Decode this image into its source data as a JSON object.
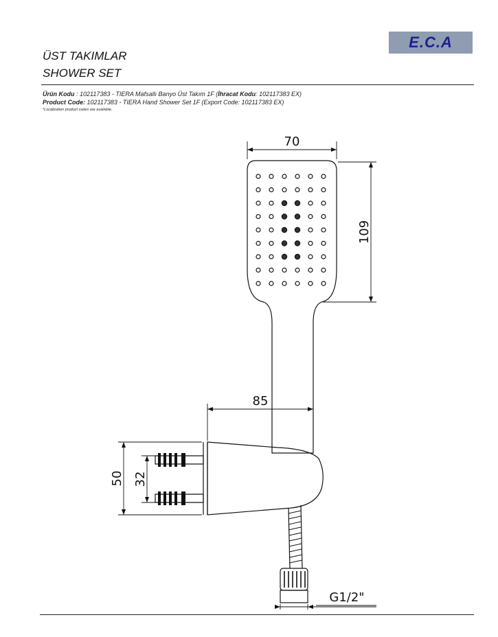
{
  "logo": {
    "text": "E.C.A"
  },
  "header": {
    "title_tr": "ÜST TAKIMLAR",
    "title_en": "SHOWER SET"
  },
  "product": {
    "tr_label": "Ürün Kodu",
    "tr_text": "   : 102117383 - TIERA Mafsallı Banyo Üst Takım 1F (",
    "tr_export_label": "İhracat Kodu",
    "tr_export_text": ": 102117383 EX)",
    "en_label": "Product Code:",
    "en_text": " 102117383 - TIERA Hand Shower Set 1F (Export Code: 102117383 EX)",
    "note": "*Localization product codes are available."
  },
  "dimensions": {
    "width_head": "70",
    "height_head": "109",
    "length_holder": "85",
    "height_holder": "50",
    "screw_spacing": "32",
    "thread": "G1/2\""
  }
}
